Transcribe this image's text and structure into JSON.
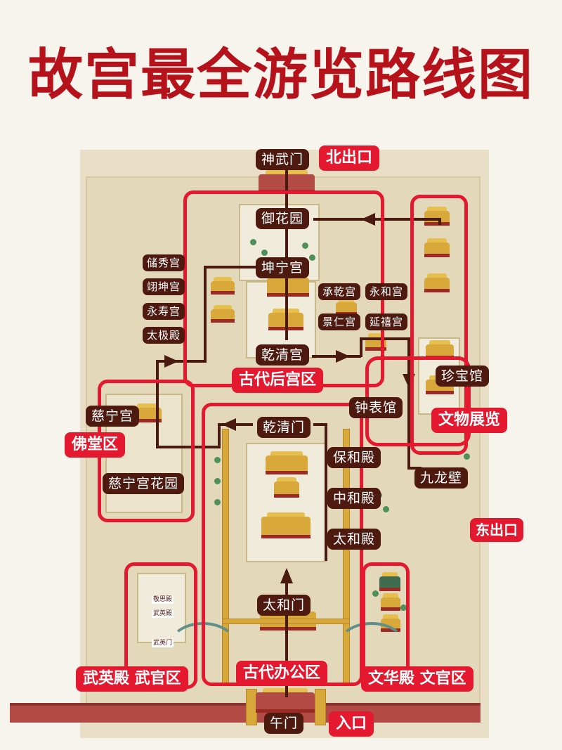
{
  "title": "故宫最全游览路线图",
  "colors": {
    "title_red": "#b5121b",
    "zone_red": "#e4182e",
    "label_brown": "#4e1a10",
    "map_bg": "#e9dfc6",
    "page_bg": "#f7f4ee"
  },
  "exits": {
    "north": "北出口",
    "east": "东出口",
    "entrance": "入口"
  },
  "zones": {
    "harem": "古代后宫区",
    "office": "古代办公区",
    "buddha": "佛堂区",
    "relics": "文物展览",
    "military": "武英殿 武官区",
    "civil": "文华殿 文官区"
  },
  "places": {
    "shenwumen": "神武门",
    "yuhuayuan": "御花园",
    "kunninggong": "坤宁宫",
    "qianqinggong": "乾清宫",
    "chuxiugong": "储秀宫",
    "yikungong": "翊坤宫",
    "yongshougong": "永寿宫",
    "taijidian": "太极殿",
    "chengqiangong": "承乾宫",
    "yonghegong": "永和宫",
    "jingrengong": "景仁宫",
    "yanxigong": "延禧宫",
    "zhenbaoguan": "珍宝馆",
    "zhongbiaoguan": "钟表馆",
    "jiulongbi": "九龙壁",
    "cininggong": "慈宁宫",
    "cininggong_garden": "慈宁宫花园",
    "qianqingmen": "乾清门",
    "baohedian": "保和殿",
    "zhonghedian": "中和殿",
    "taihedian": "太和殿",
    "taihemen": "太和门",
    "wumen": "午门",
    "jingsidian": "敬思殿",
    "wuyingdian": "武英殿",
    "wuyingmen": "武英门"
  }
}
